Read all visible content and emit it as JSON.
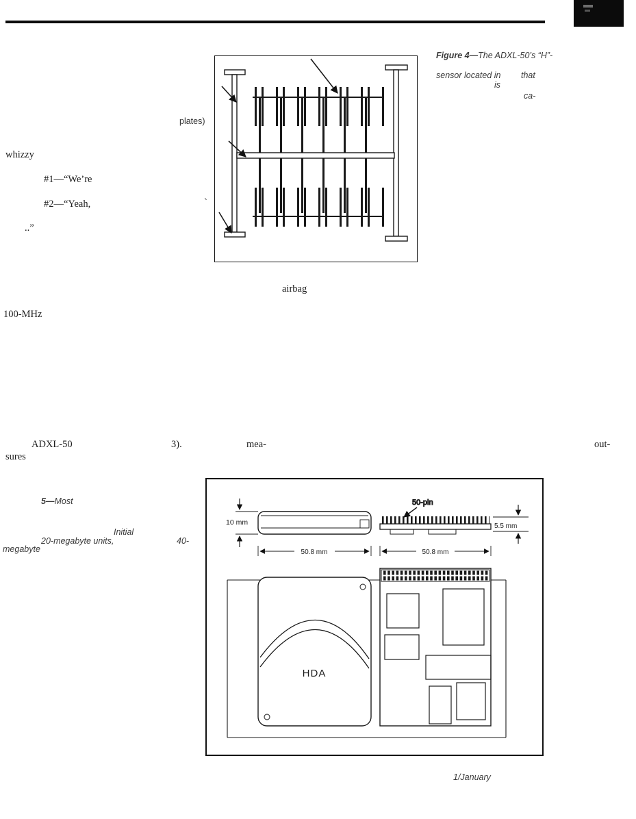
{
  "footer": {
    "page_label": "1/January"
  },
  "text": {
    "whizzy": "whizzy",
    "quote1": "#1—“We’re",
    "quote2": "#2—“Yeah,",
    "dots": "..”",
    "airbag": "airbag",
    "mhz100": "100-MHz",
    "adxl50": "ADXL-50",
    "ref3": "3).",
    "mea": "mea-",
    "out": "out-",
    "sures": "sures"
  },
  "figure4": {
    "cap_bold": "Figure 4—",
    "cap_italic": "The ADXL-50’s “H”-",
    "cap_l2a": "sensor located in",
    "cap_l2b": "that",
    "cap_l3": "is",
    "cap_l4": "ca-",
    "plates": "plates)",
    "stray": "`"
  },
  "figure5": {
    "cap_num": "5—",
    "cap_most": "Most",
    "cap_initial": "Initial",
    "cap_units": "20-megabyte units,",
    "cap_40": "40-",
    "cap_megabyte": "megabyte",
    "pin50": "50-pin",
    "mm10": "10 mm",
    "mm55": "5.5 mm",
    "mm508a": "50.8 mm",
    "mm508b": "50.8 mm",
    "hda": "HDA"
  }
}
